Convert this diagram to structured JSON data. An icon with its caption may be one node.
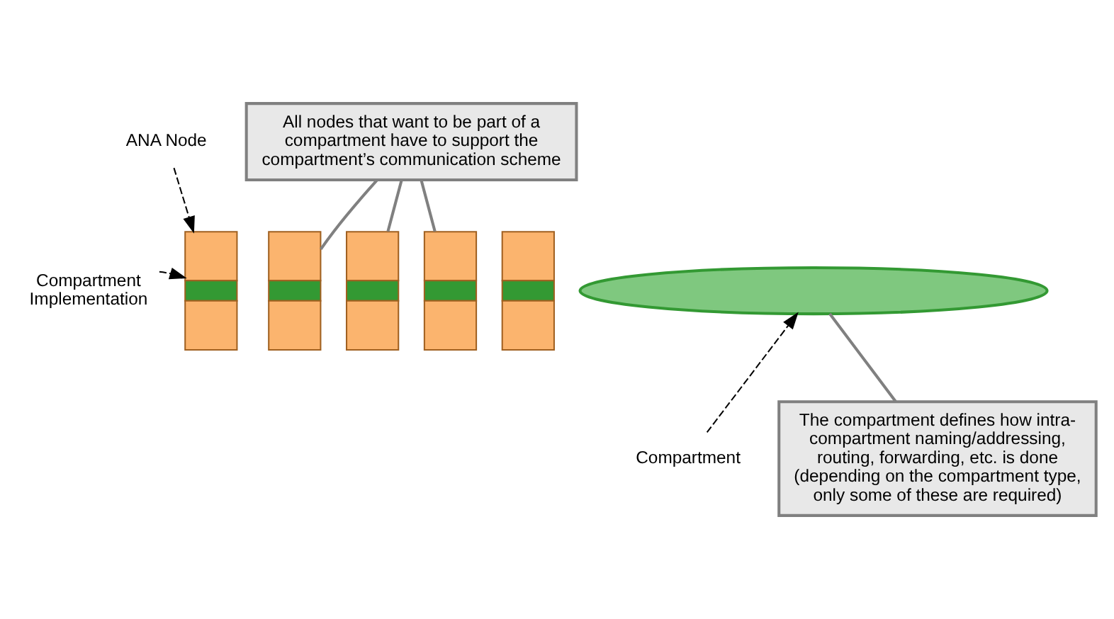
{
  "diagram": {
    "nodes": [
      {
        "text": [
          "ANA Node"
        ]
      },
      {
        "text": [
          "Compartment Implementation"
        ]
      },
      {
        "text": [],
        "shape": "box"
      },
      {
        "text": [],
        "shape": "box"
      },
      {
        "text": [],
        "shape": "box"
      },
      {
        "text": [],
        "shape": "box"
      },
      {
        "text": [],
        "shape": "box"
      },
      {
        "text": [],
        "shape": "ellipse"
      },
      {
        "text": [
          "Compartment"
        ]
      },
      {
        "text": [
          "All nodes that want to be part of a compartment have to support the compartment’s communication scheme"
        ]
      },
      {
        "text": [
          "The compartment defines how intra-compartment naming/addressing, routing, forwarding, etc. is done (depending on the compartment type, only some of these are required)"
        ]
      }
    ],
    "edges": [
      {
        "from": 0,
        "to": 2,
        "arrow": "to",
        "style": "dashed",
        "color": "#000000"
      },
      {
        "from": 1,
        "to": 2,
        "arrow": "to",
        "style": "dashed",
        "color": "#000000"
      },
      {
        "from": 8,
        "to": 7,
        "arrow": "to",
        "style": "dashed",
        "color": "#000000"
      },
      {
        "from": 9,
        "to": 3,
        "arrow": "none"
      },
      {
        "from": 9,
        "to": 4,
        "arrow": "none"
      },
      {
        "from": 9,
        "to": 5,
        "arrow": "none"
      },
      {
        "from": 10,
        "to": 7,
        "arrow": "none"
      }
    ]
  }
}
